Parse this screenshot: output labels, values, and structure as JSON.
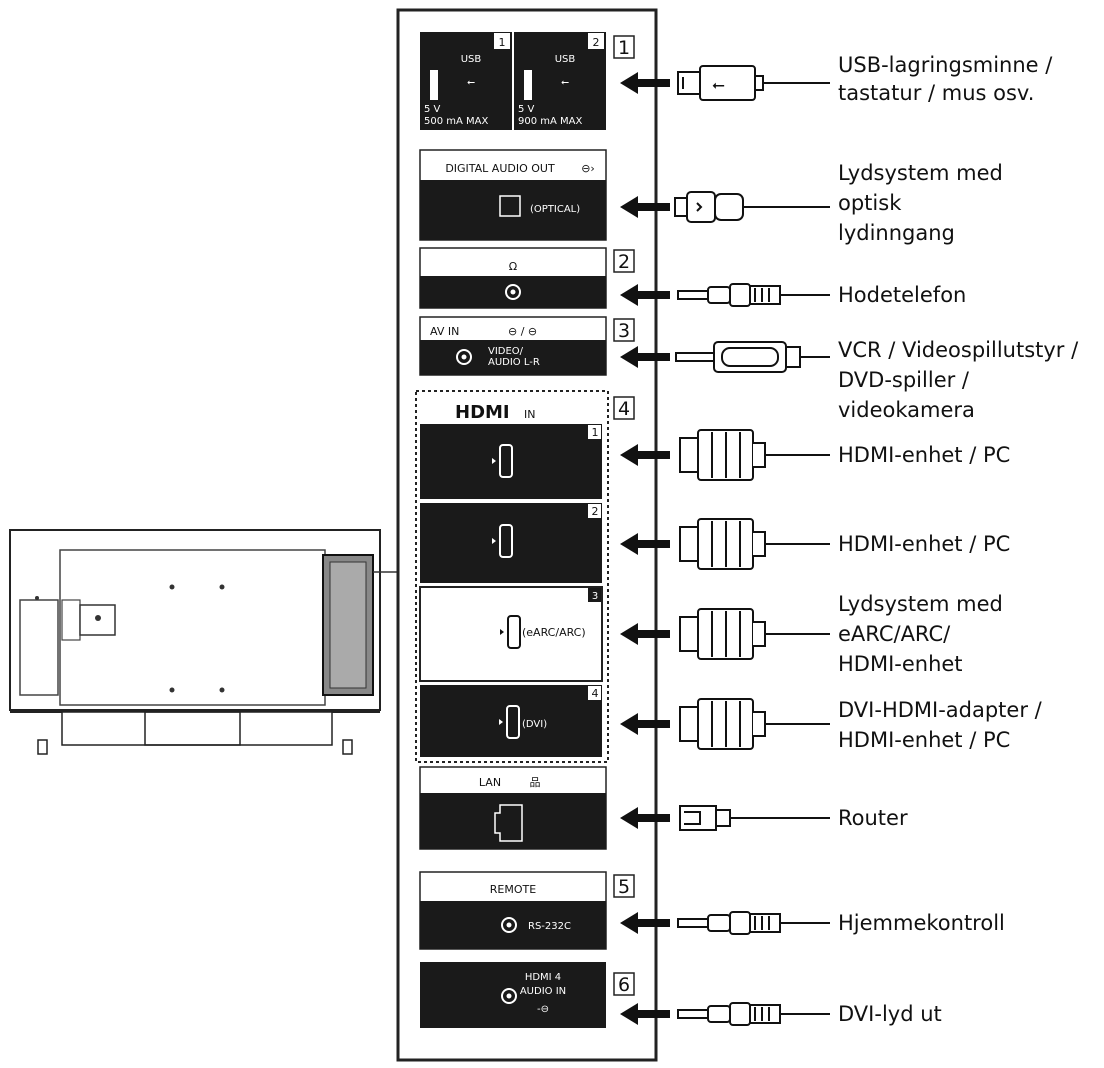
{
  "usb": {
    "port1": {
      "title": "USB",
      "num": "1",
      "volt": "5 V",
      "curr": "500 mA MAX"
    },
    "port2": {
      "title": "USB",
      "num": "2",
      "volt": "5 V",
      "curr": "900 mA MAX"
    }
  },
  "optical": {
    "title": "DIGITAL AUDIO OUT",
    "sub": "(OPTICAL)"
  },
  "avin": {
    "title": "AV IN",
    "l1": "VIDEO/",
    "l2": "AUDIO L-R"
  },
  "hdmi": {
    "logo": "HDMI",
    "in": "IN",
    "p1": "1",
    "p2": "2",
    "p3": "3",
    "p4": "4",
    "p3label": "(eARC/ARC)",
    "p4label": "(DVI)"
  },
  "lan": {
    "title": "LAN"
  },
  "remote": {
    "title": "REMOTE",
    "sub": "RS-232C"
  },
  "hdmiaudio": {
    "l1": "HDMI 4",
    "l2": "AUDIO IN"
  },
  "badges": [
    "1",
    "2",
    "3",
    "4",
    "5",
    "6"
  ],
  "labels": {
    "usb": [
      "USB-lagringsminne /",
      "tastatur / mus osv."
    ],
    "optical": [
      "Lydsystem med",
      "optisk",
      "lydinngang"
    ],
    "headphone": [
      "Hodetelefon"
    ],
    "av": [
      "VCR / Videospillutstyr /",
      "DVD-spiller /",
      "videokamera"
    ],
    "hdmi1": [
      "HDMI-enhet / PC"
    ],
    "hdmi2": [
      "HDMI-enhet / PC"
    ],
    "hdmi3": [
      "Lydsystem med",
      "eARC/ARC/",
      "HDMI-enhet"
    ],
    "hdmi4": [
      "DVI-HDMI-adapter /",
      "HDMI-enhet / PC"
    ],
    "lan": [
      "Router"
    ],
    "remote": [
      "Hjemmekontroll"
    ],
    "dviaudio": [
      "DVI-lyd ut"
    ]
  }
}
